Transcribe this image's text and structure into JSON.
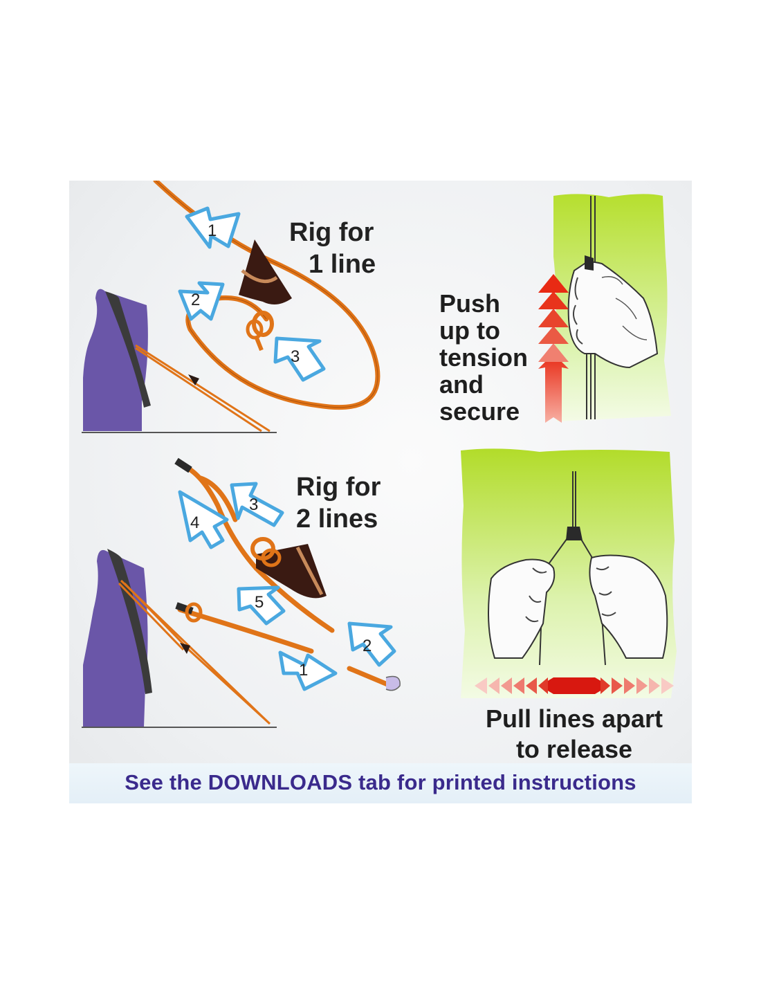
{
  "sections": {
    "one_line": {
      "heading_line1": "Rig for",
      "heading_line2": "1 line",
      "steps": [
        "1",
        "2",
        "3"
      ],
      "instruction_lines": [
        "Push",
        "up to",
        "tension",
        "and",
        "secure"
      ]
    },
    "two_lines": {
      "heading_line1": "Rig for",
      "heading_line2": "2 lines",
      "steps": [
        "1",
        "2",
        "3",
        "4",
        "5"
      ],
      "instruction_lines": [
        "Pull lines apart",
        "to release"
      ]
    }
  },
  "footer": {
    "text": "See the DOWNLOADS tab for printed instructions"
  },
  "colors": {
    "rope": "#e07418",
    "cleat": "#3a1a12",
    "step_arrow_outline": "#4aa8e0",
    "tent": "#6a56a8",
    "push_arrow": "#e83018",
    "pull_arrow": "#d81810",
    "panel_green": "#b8e03a",
    "footer_text": "#3a2a8c"
  },
  "icons": [
    "cleat-icon",
    "rope-icon",
    "tent-icon",
    "hand-icon",
    "push-arrow-icon",
    "pull-arrow-icon",
    "step-arrow-icon"
  ]
}
